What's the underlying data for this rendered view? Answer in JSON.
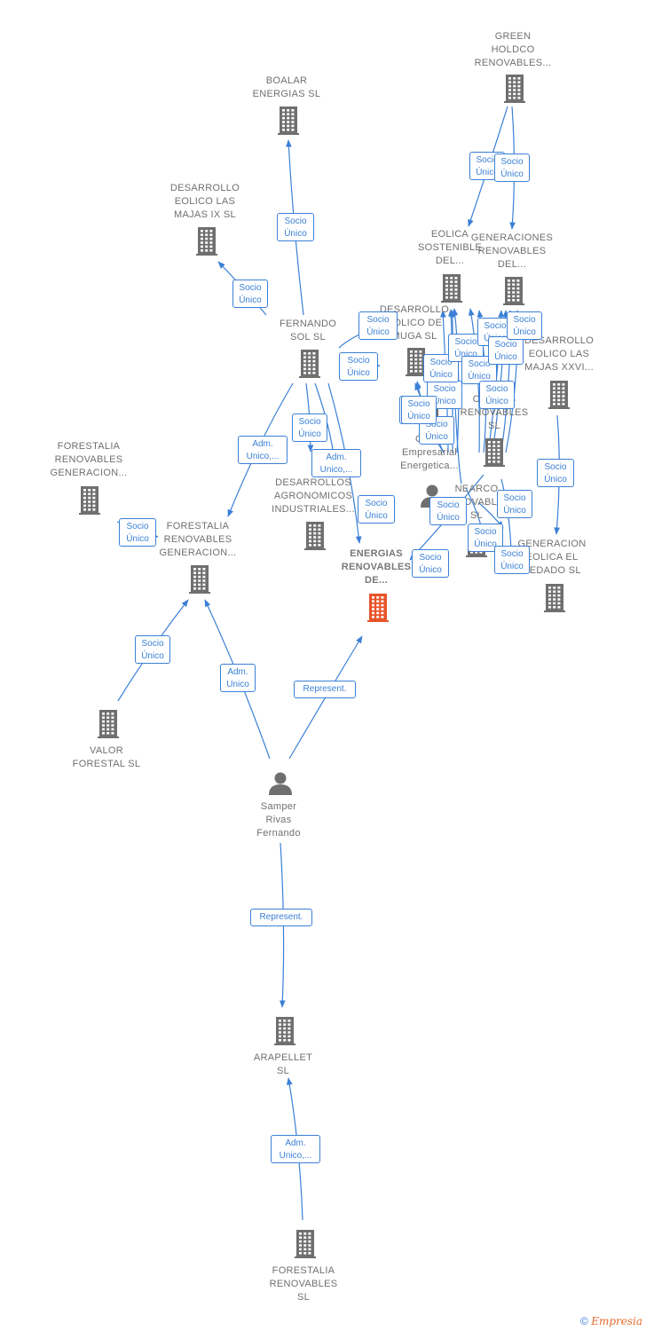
{
  "colors": {
    "edge": "#3b80d6",
    "building": "#6f6f6f",
    "focus_building": "#e8542a",
    "person": "#6f6f6f"
  },
  "nodes": [
    {
      "id": "green",
      "type": "company",
      "label": "GREEN\nHOLDCO\nRENOVABLES..."
    },
    {
      "id": "boalar",
      "type": "company",
      "label": "BOALAR\nENERGIAS  SL"
    },
    {
      "id": "desmajas9",
      "type": "company",
      "label": "DESARROLLO\nEOLICO LAS\nMAJAS IX  SL"
    },
    {
      "id": "eolsost",
      "type": "company",
      "label": "EOLICA\nSOSTENIBLE\nDEL..."
    },
    {
      "id": "genren",
      "type": "company",
      "label": "GENERACIONES\nRENOVABLES\nDEL..."
    },
    {
      "id": "fernando",
      "type": "company",
      "label": "FERNANDO\nSOL SL"
    },
    {
      "id": "desmuga",
      "type": "company",
      "label": "DESARROLLO\nEOLICO DE\nMUGA SL"
    },
    {
      "id": "desmajas26",
      "type": "company",
      "label": "DESARROLLO\nEOLICO LAS\nMAJAS XXVI..."
    },
    {
      "id": "fgen1",
      "type": "company",
      "label": "FORESTALIA\nRENOVABLES\nGENERACION..."
    },
    {
      "id": "grupo",
      "type": "company",
      "label": "Grupo\nEmpresarial\nEnergetica..."
    },
    {
      "id": "campus",
      "type": "company",
      "label": "CAMPUS\nRENOVABLES\nSL"
    },
    {
      "id": "desagro",
      "type": "company",
      "label": "DESARROLLOS\nAGRONOMICOS\nINDUSTRIALES..."
    },
    {
      "id": "fgen2",
      "type": "company",
      "label": "FORESTALIA\nRENOVABLES\nGENERACION..."
    },
    {
      "id": "nearco",
      "type": "company",
      "label": "NEARCO\nRENOVABLES\nSL"
    },
    {
      "id": "genvedado",
      "type": "company",
      "label": "GENERACION\nEOLICA EL\nVEDADO SL"
    },
    {
      "id": "energias",
      "type": "focus",
      "label": "ENERGIAS\nRENOVABLES\nDE..."
    },
    {
      "id": "valor",
      "type": "company",
      "label": "VALOR\nFORESTAL SL"
    },
    {
      "id": "samper",
      "type": "person",
      "label": "Samper\nRivas\nFernando"
    },
    {
      "id": "arapellet",
      "type": "company",
      "label": "ARAPELLET\nSL"
    },
    {
      "id": "forren",
      "type": "company",
      "label": "FORESTALIA\nRENOVABLES\nSL"
    },
    {
      "id": "person2",
      "type": "person",
      "label": ""
    }
  ],
  "edges": [
    {
      "label": "Socio\nÚnico"
    },
    {
      "label": "Socio\nÚnico"
    },
    {
      "label": "Socio\nÚnico"
    },
    {
      "label": "Socio\nÚnico"
    },
    {
      "label": "Socio\nÚnico"
    },
    {
      "label": "Socio\nÚnico"
    },
    {
      "label": "Socio\nÚnico"
    },
    {
      "label": "Adm.\nUnico,..."
    },
    {
      "label": "Adm.\nUnico,..."
    },
    {
      "label": "Socio\nÚnico"
    },
    {
      "label": "Socio\nÚnico"
    },
    {
      "label": "Socio\nÚnico"
    },
    {
      "label": "Adm.\nUnico"
    },
    {
      "label": "Represent."
    },
    {
      "label": "Represent."
    },
    {
      "label": "Adm.\nUnico,..."
    },
    {
      "label": "Socio\nÚnico"
    },
    {
      "label": "Socio\nÚnico"
    },
    {
      "label": "Socio\nÚnico"
    },
    {
      "label": "Socio\nÚnico"
    },
    {
      "label": "Socio\nÚnico"
    },
    {
      "label": "Socio\nÚnico"
    },
    {
      "label": "Socio\nÚnico"
    },
    {
      "label": "Socio\nÚnico"
    },
    {
      "label": "Socio\nÚnico"
    },
    {
      "label": "Socio\nÚnico"
    },
    {
      "label": "Socio\nÚnico"
    },
    {
      "label": "Socio\nÚnico"
    },
    {
      "label": "Socio\nÚnico"
    },
    {
      "label": "Socio\nÚnico"
    },
    {
      "label": "Socio\nÚnico"
    },
    {
      "label": "Socio\nÚnico"
    },
    {
      "label": "Socio\nÚnico"
    }
  ],
  "footer": {
    "copyright": "©",
    "brand": "Empresia"
  }
}
